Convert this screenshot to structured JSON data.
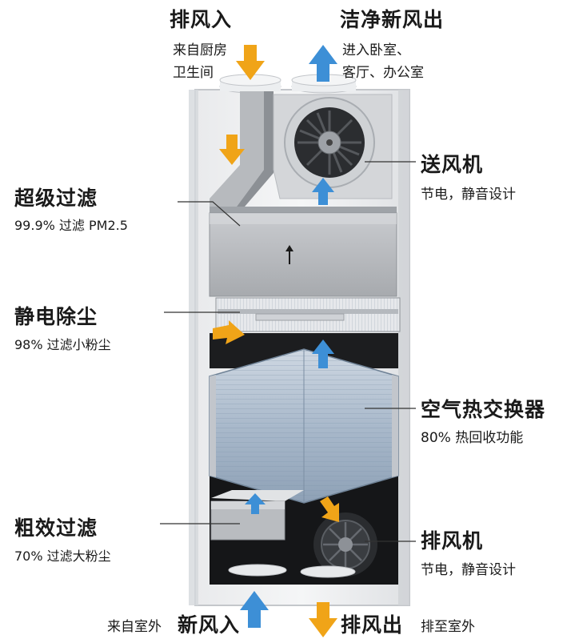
{
  "top": {
    "exhaust_in": {
      "title": "排风入",
      "lines": [
        "来自厨房",
        "卫生间"
      ]
    },
    "fresh_out": {
      "title": "洁净新风出",
      "lines": [
        "进入卧室、",
        "客厅、办公室"
      ]
    }
  },
  "left": {
    "hepa": {
      "title": "超级过滤",
      "desc": "99.9% 过滤 PM2.5"
    },
    "electrostatic": {
      "title": "静电除尘",
      "desc": "98% 过滤小粉尘"
    },
    "coarse": {
      "title": "粗效过滤",
      "desc": "70% 过滤大粉尘"
    }
  },
  "right": {
    "supply_fan": {
      "title": "送风机",
      "desc": "节电，静音设计"
    },
    "heat_exchanger": {
      "title": "空气热交换器",
      "desc": "80% 热回收功能"
    },
    "exhaust_fan": {
      "title": "排风机",
      "desc": "节电，静音设计"
    }
  },
  "bottom": {
    "fresh_in_source": "来自室外",
    "fresh_in": "新风入",
    "exhaust_out": "排风出",
    "exhaust_out_dest": "排至室外"
  },
  "colors": {
    "blue_arrow": "#3d8fd6",
    "orange_arrow": "#f0a418",
    "filter": "#b9bcc0",
    "leader_line": "#333333"
  },
  "icons": [
    "orange-down-arrow",
    "blue-up-arrow",
    "fan-icon"
  ]
}
